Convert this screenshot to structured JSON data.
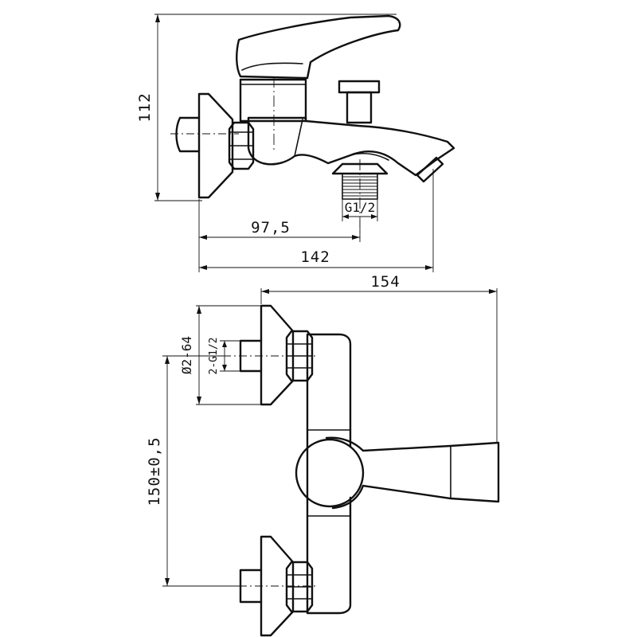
{
  "dimensions": {
    "height_side": "112",
    "offset_outlet": "97,5",
    "depth_total": "142",
    "width_total": "154",
    "flange_dia": "Ø2-64",
    "inlet_thread": "2-G1/2",
    "centers": "150±0,5",
    "outlet_thread": "G1/2"
  }
}
